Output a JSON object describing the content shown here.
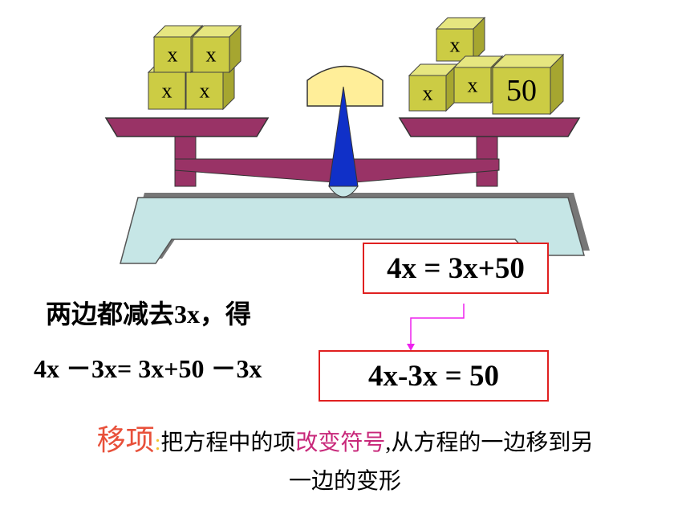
{
  "balance": {
    "left_pan_boxes": [
      "x",
      "x",
      "x",
      "x"
    ],
    "right_pan_boxes": [
      "x",
      "x",
      "x",
      "50"
    ]
  },
  "equations": {
    "original": "4x = 3x+50",
    "step_label": "两边都减去3x，得",
    "step_expression": "4x －3x= 3x+50 －3x",
    "result": "4x-3x = 50"
  },
  "definition": {
    "term": "移项",
    "colon": ":",
    "part1": "把方程中的项",
    "highlight": "改变符号",
    "part2": ",从方程的一边移到另",
    "part3": "一边的变形"
  },
  "colors": {
    "box_face": "#cccc44",
    "box_top": "#e6e680",
    "box_side": "#a6a630",
    "pan": "#993366",
    "base": "#c6e6e6",
    "pointer": "#1030c8",
    "dial": "#ffee99",
    "box_border": "#e02020",
    "arrow": "#ee22ee",
    "term": "#e8503a",
    "highlight": "#c8287a"
  }
}
